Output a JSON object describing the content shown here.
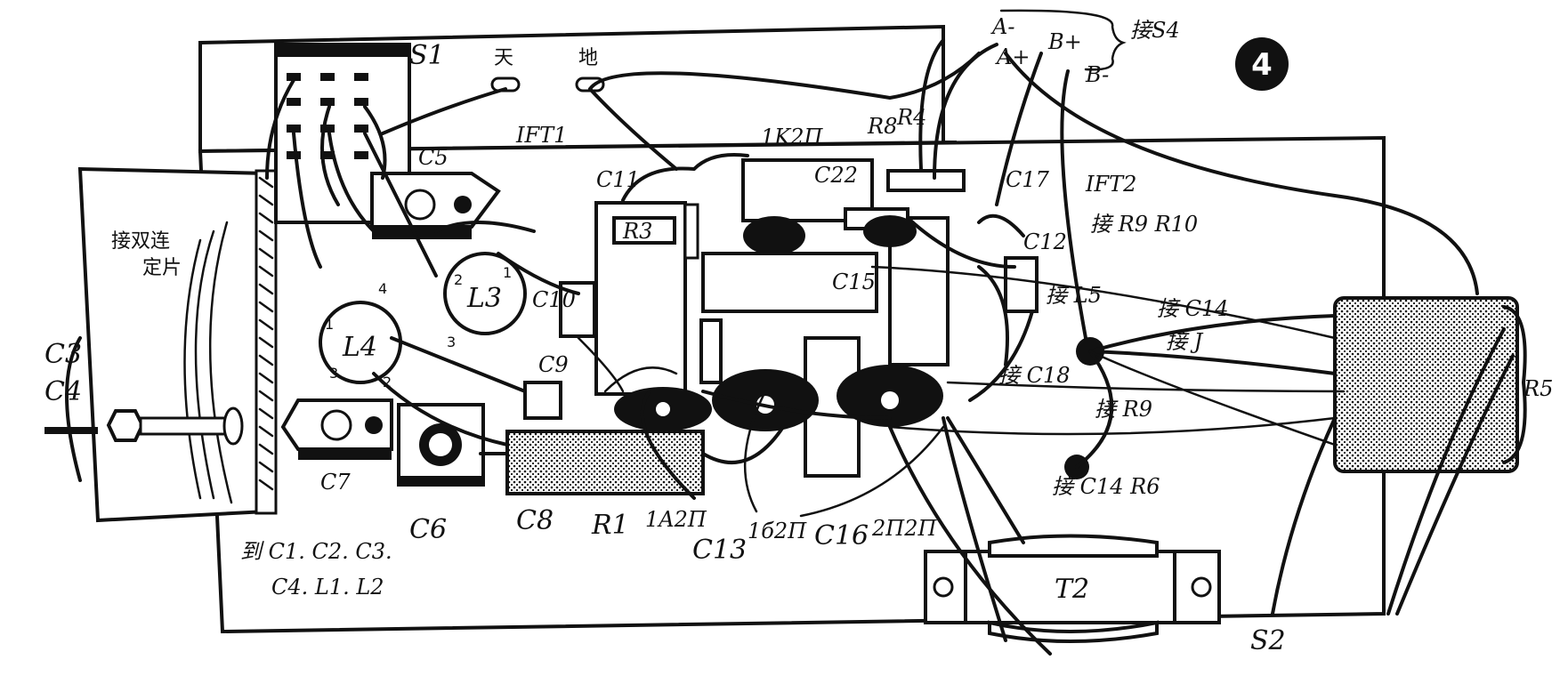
{
  "figure_number": "4",
  "labels": {
    "S1": "S1",
    "tian": "天",
    "di": "地",
    "IFT1": "IFT1",
    "IK2P": "1K2Π",
    "R8": "R8",
    "R4": "R4",
    "A_minus": "A-",
    "A_plus": "A+",
    "B_plus": "B+",
    "B_minus": "B-",
    "jie_S4": "接S4",
    "C5": "C5",
    "C11": "C11",
    "C22": "C22",
    "C17": "C17",
    "IFT2": "IFT2",
    "jie_R9_R10": "接 R9 R10",
    "C12": "C12",
    "jie_shuanglian": "接双连",
    "dingpian": "定片",
    "R3": "R3",
    "C10": "C10",
    "C15": "C15",
    "jie_L5": "接 L5",
    "L3": "L3",
    "L4": "L4",
    "C3": "C3",
    "C4": "C4",
    "C9": "C9",
    "jie_C14_top": "接 C14",
    "jie_J": "接 J",
    "jie_C18": "接 C18",
    "jie_R9": "接 R9",
    "R5": "R5",
    "C7": "C7",
    "C6": "C6",
    "C8": "C8",
    "R1": "R1",
    "IA2P": "1A2Π",
    "I62P": "1б2Π",
    "C16": "C16",
    "P2P": "2Π2Π",
    "jie_C14_R6": "接 C14 R6",
    "C13": "C13",
    "dao": "到 C1. C2. C3.",
    "dao2": "C4. L1. L2",
    "T2": "T2",
    "S2": "S2"
  }
}
